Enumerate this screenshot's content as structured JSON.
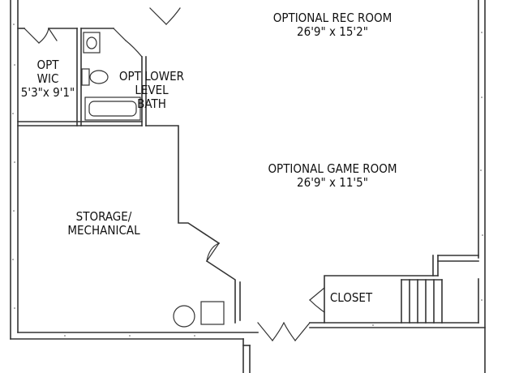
{
  "rooms": {
    "rec_room": {
      "name": "OPTIONAL REC ROOM",
      "size": "26'9\" x 15'2\""
    },
    "game_room": {
      "name": "OPTIONAL GAME ROOM",
      "size": "26'9\" x 11'5\""
    },
    "wic": {
      "line1": "OPT",
      "line2": "WIC",
      "size": "5'3\"x 9'1\""
    },
    "bath": {
      "line1": "OPT LOWER",
      "line2": "LEVEL",
      "line3": "BATH"
    },
    "storage": {
      "line1": "STORAGE/",
      "line2": "MECHANICAL"
    },
    "closet": {
      "name": "CLOSET"
    }
  },
  "colors": {
    "wall": "#333333",
    "background": "#ffffff"
  }
}
